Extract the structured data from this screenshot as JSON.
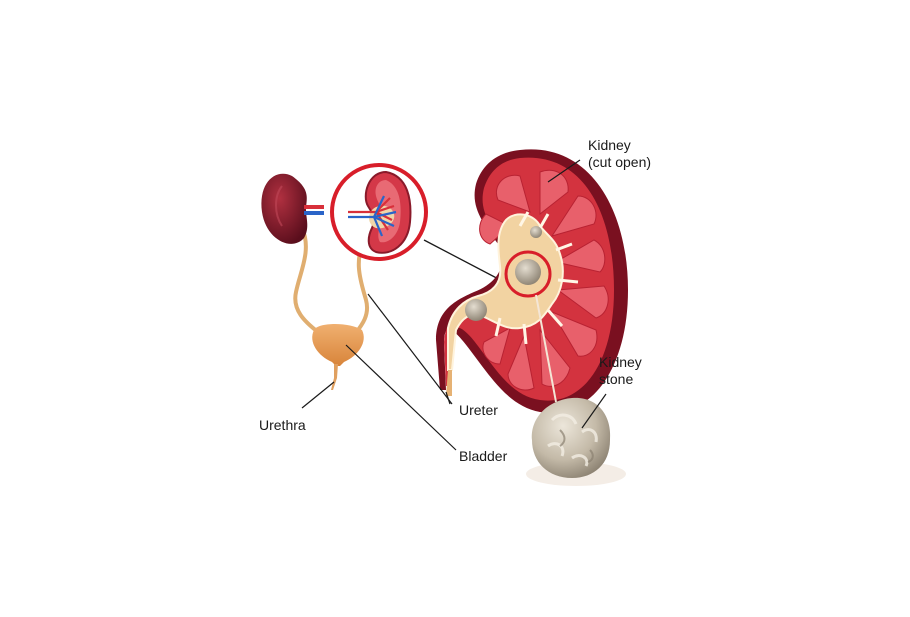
{
  "labels": {
    "kidney_cut_open": {
      "line1": "Kidney",
      "line2": "(cut open)"
    },
    "kidney_stone": {
      "line1": "Kidney",
      "line2": "stone"
    },
    "ureter": "Ureter",
    "urethra": "Urethra",
    "bladder": "Bladder"
  },
  "colors": {
    "kidney_dark": "#8a1a2a",
    "kidney_cortex": "#d8364a",
    "kidney_pyramid": "#e25a66",
    "pelvis": "#f2d0a0",
    "ureter": "#e8b878",
    "bladder": "#e89a4a",
    "highlight_ring": "#d81e2a",
    "vessel_red": "#d8303a",
    "vessel_blue": "#2a64c8",
    "stone": "#c8beb0",
    "leader_line": "#1a1a1a"
  }
}
